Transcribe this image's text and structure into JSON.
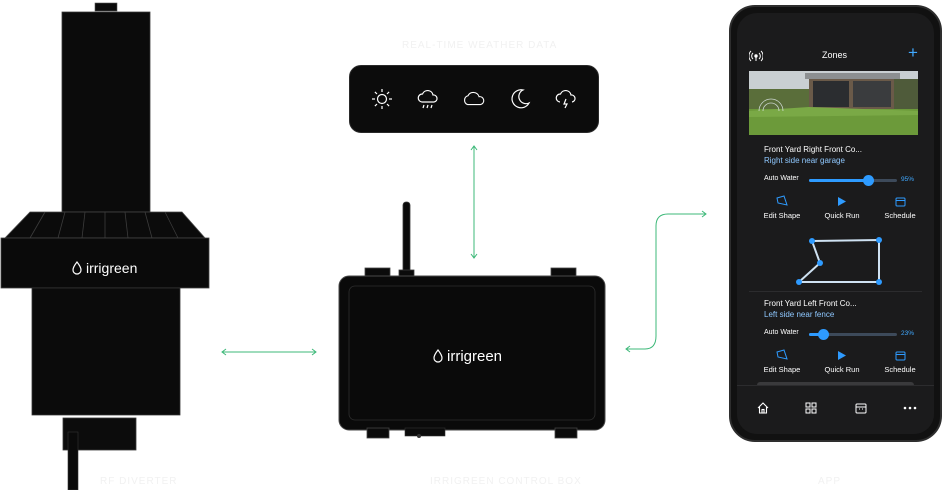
{
  "labels": {
    "left_device": "RF DIVERTER",
    "weather": "REAL-TIME WEATHER DATA",
    "center_device": "IRRIGREEN CONTROL BOX",
    "phone": "APP"
  },
  "brand": {
    "name": "irrigreen",
    "accent": "#2e9bff",
    "connector_color": "#3cb878"
  },
  "weather_icons": [
    "sun-icon",
    "rain-cloud-icon",
    "cloud-icon",
    "moon-icon",
    "storm-cloud-icon"
  ],
  "app": {
    "title": "Zones",
    "add_label": "+",
    "zones": [
      {
        "name": "Front Yard Right Front Co...",
        "desc": "Right side near garage",
        "auto_water_label": "Auto Water",
        "percent": 0.95,
        "percent_label": "95%",
        "actions": [
          "Edit Shape",
          "Quick Run",
          "Schedule"
        ]
      },
      {
        "name": "Front Yard Left Front Co...",
        "desc": "Left side near fence",
        "auto_water_label": "Auto Water",
        "percent": 0.23,
        "percent_label": "23%",
        "actions": [
          "Edit Shape",
          "Quick Run",
          "Schedule"
        ]
      }
    ],
    "tabs": [
      "home-icon",
      "grid-icon",
      "calendar-icon",
      "more-icon"
    ]
  }
}
